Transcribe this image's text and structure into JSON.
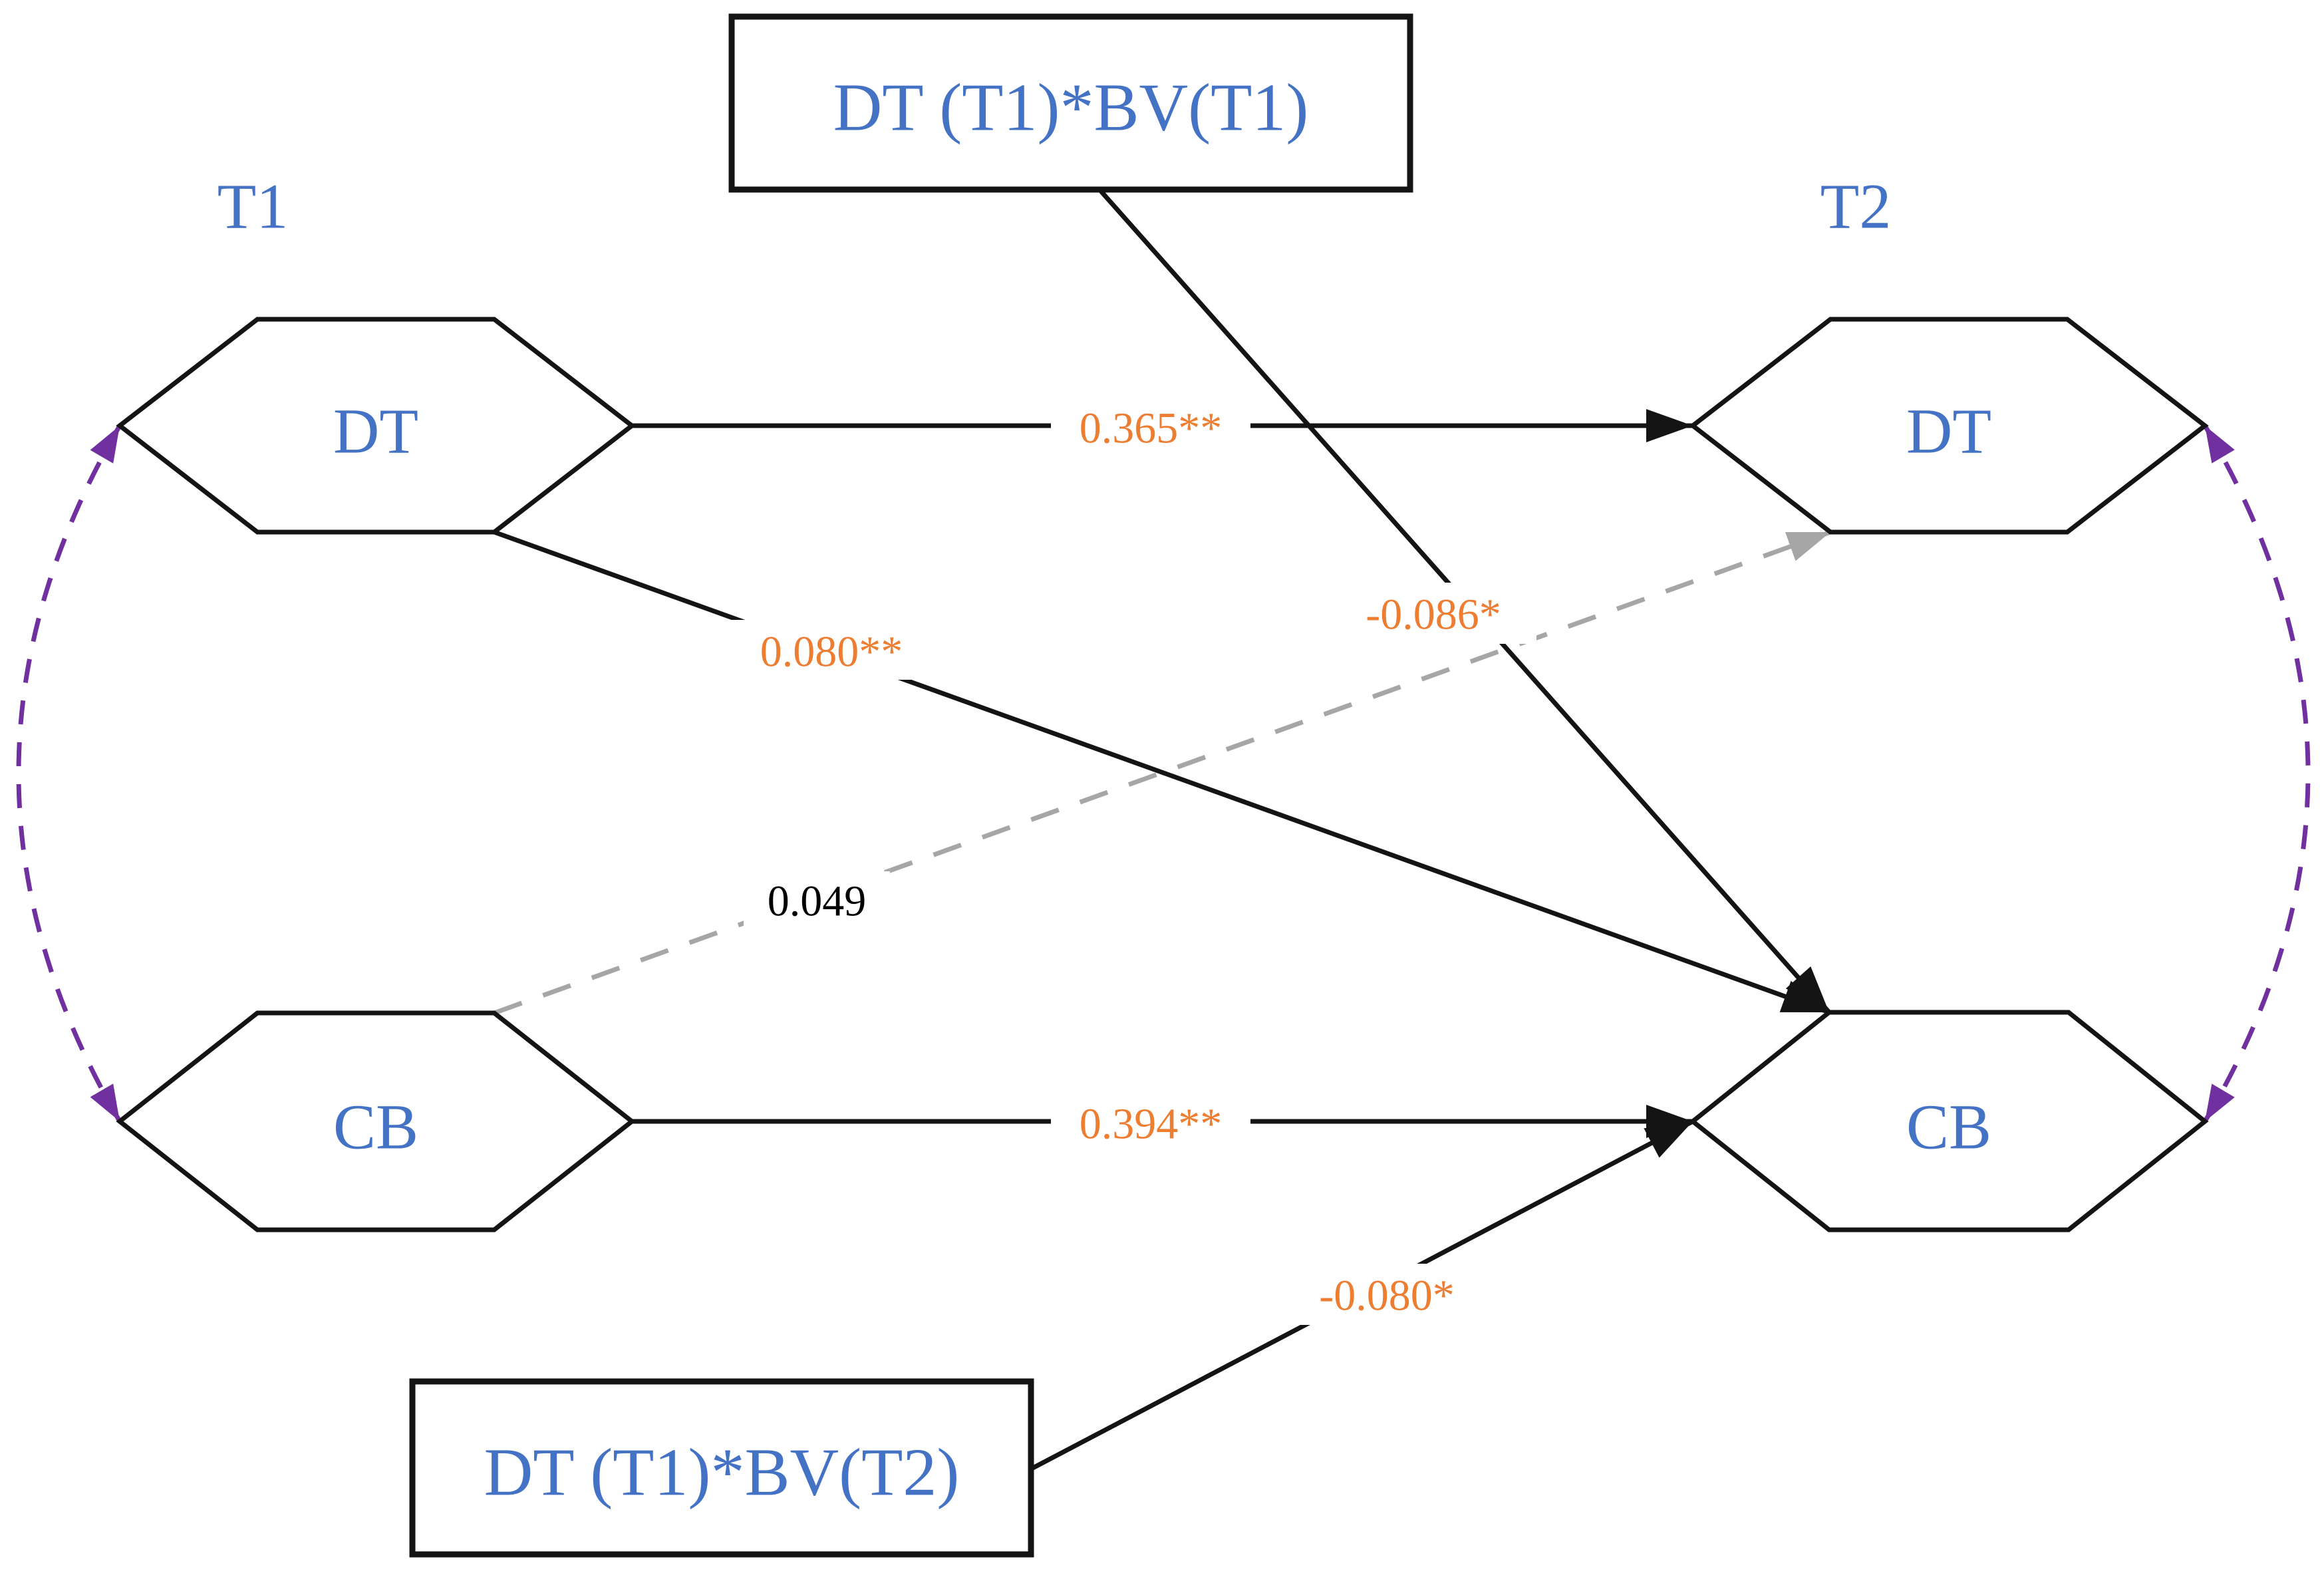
{
  "diagram": {
    "time_labels": [
      {
        "id": "t1",
        "text": "T1"
      },
      {
        "id": "t2",
        "text": "T2"
      }
    ],
    "nodes": [
      {
        "id": "dt-t1",
        "label": "DT",
        "wave": "T1",
        "shape": "hexagon"
      },
      {
        "id": "cb-t1",
        "label": "CB",
        "wave": "T1",
        "shape": "hexagon"
      },
      {
        "id": "dt-t2",
        "label": "DT",
        "wave": "T2",
        "shape": "hexagon"
      },
      {
        "id": "cb-t2",
        "label": "CB",
        "wave": "T2",
        "shape": "hexagon"
      }
    ],
    "moderators": [
      {
        "id": "mod-top",
        "label": "DT (T1)*BV(T1)",
        "shape": "rectangle"
      },
      {
        "id": "mod-bottom",
        "label": "DT (T1)*BV(T2)",
        "shape": "rectangle"
      }
    ],
    "paths": [
      {
        "id": "dt1-to-dt2",
        "from": "DT (T1)",
        "to": "DT (T2)",
        "coefficient": "0.365**",
        "style": "solid",
        "significant": true
      },
      {
        "id": "cb1-to-cb2",
        "from": "CB (T1)",
        "to": "CB (T2)",
        "coefficient": "0.394**",
        "style": "solid",
        "significant": true
      },
      {
        "id": "dt1-to-cb2",
        "from": "DT (T1)",
        "to": "CB (T2)",
        "coefficient": "0.080**",
        "style": "solid",
        "significant": true
      },
      {
        "id": "cb1-to-dt2",
        "from": "CB (T1)",
        "to": "DT (T2)",
        "coefficient": "0.049",
        "style": "dashed",
        "significant": false
      },
      {
        "id": "modtop-to-cb2",
        "from": "DT (T1)*BV(T1)",
        "to": "CB (T2)",
        "coefficient": "-0.086*",
        "style": "solid",
        "significant": true
      },
      {
        "id": "modbottom-to-cb2",
        "from": "DT (T1)*BV(T2)",
        "to": "CB (T2)",
        "coefficient": "-0.080*",
        "style": "solid",
        "significant": true
      }
    ],
    "covariances": [
      {
        "id": "cov-left",
        "between": "DT (T1) and CB (T1)",
        "style": "dashed-double-arrow"
      },
      {
        "id": "cov-right",
        "between": "DT (T2) and CB (T2)",
        "style": "dashed-double-arrow"
      }
    ],
    "colors": {
      "node_text": "#4472C4",
      "coefficient": "#ED7D31",
      "ns_coefficient": "#000000",
      "path": "#141414",
      "ns_path": "#A6A6A6",
      "covariance": "#7030A0"
    }
  }
}
